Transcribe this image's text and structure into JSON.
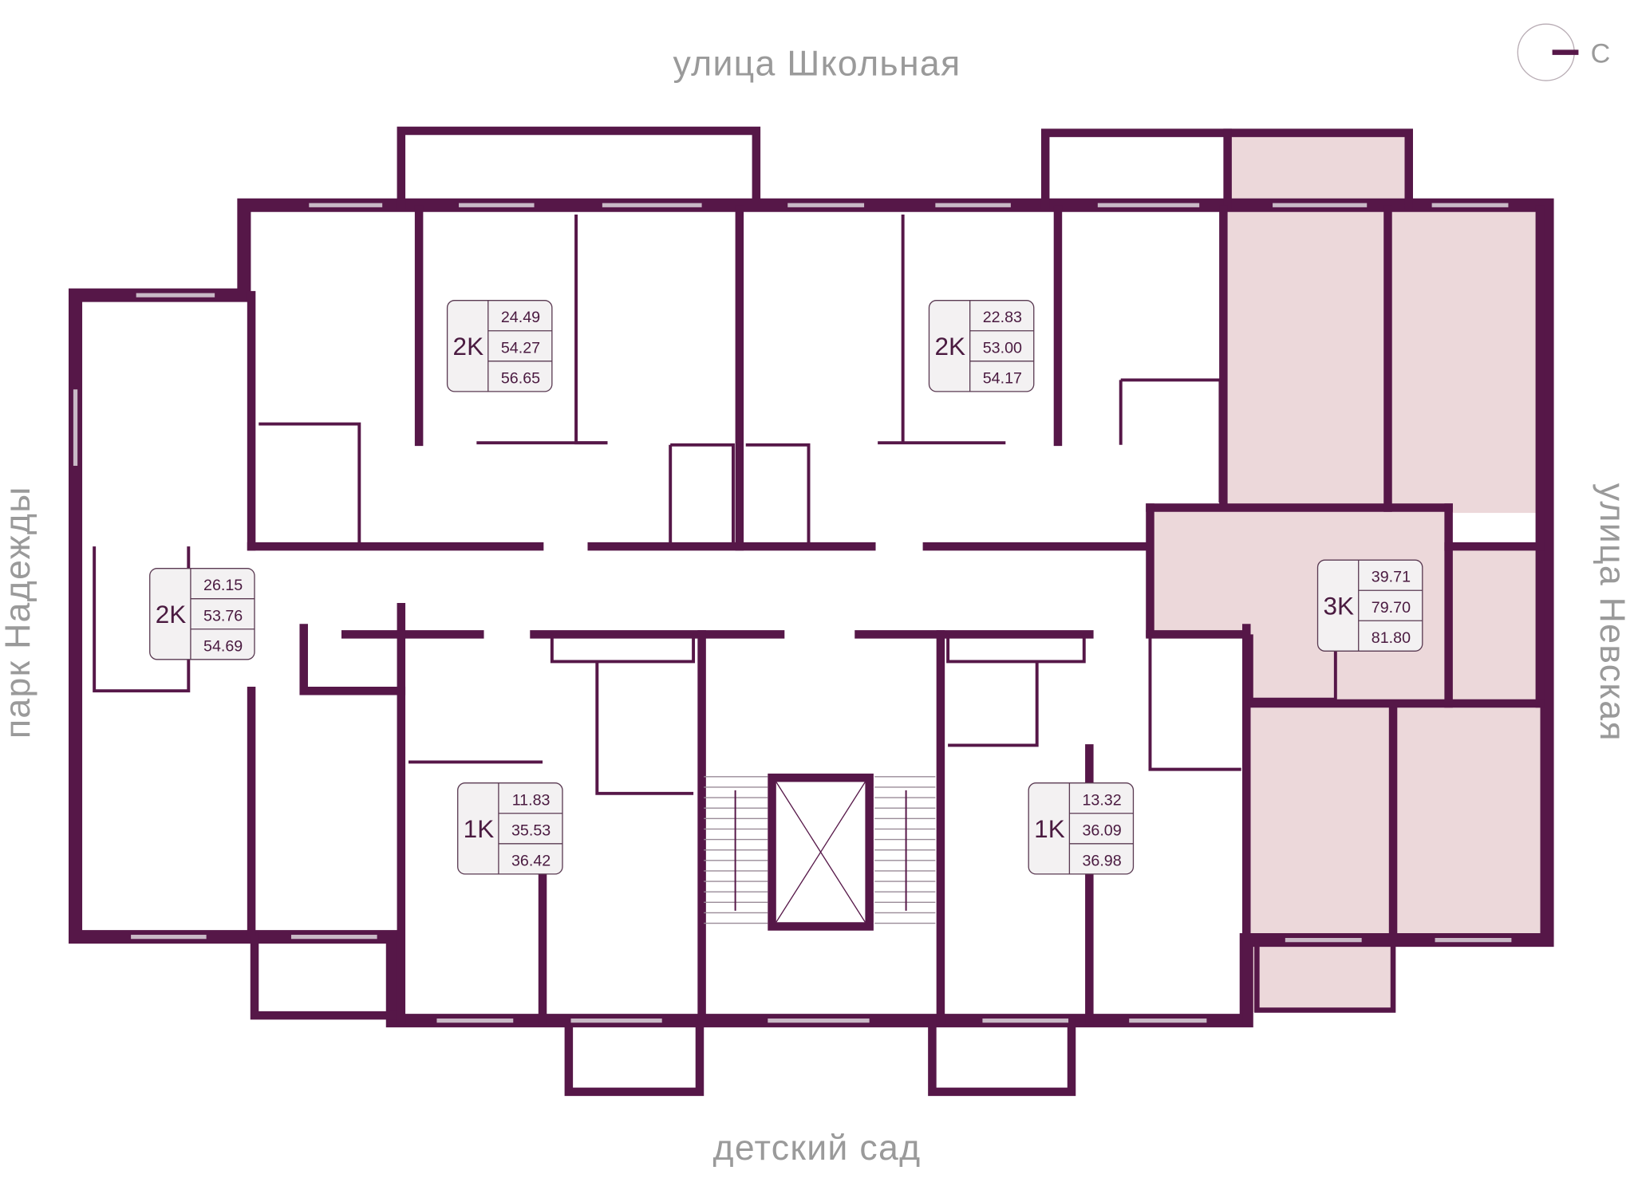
{
  "streets": {
    "top": "улица Школьная",
    "bottom": "детский сад",
    "left": "парк Надежды",
    "right": "улица Невская"
  },
  "compass": {
    "label": "С",
    "icon": "north-compass-icon"
  },
  "colors": {
    "wall": "#561748",
    "sold_fill": "#ecd8da",
    "card_bg": "#f3f1f2",
    "street_text": "#9a9a9a"
  },
  "apartments": [
    {
      "type": "2K",
      "areas": [
        "24.49",
        "54.27",
        "56.65"
      ],
      "highlighted": false
    },
    {
      "type": "2K",
      "areas": [
        "22.83",
        "53.00",
        "54.17"
      ],
      "highlighted": false
    },
    {
      "type": "2K",
      "areas": [
        "26.15",
        "53.76",
        "54.69"
      ],
      "highlighted": false
    },
    {
      "type": "3K",
      "areas": [
        "39.71",
        "79.70",
        "81.80"
      ],
      "highlighted": true
    },
    {
      "type": "1K",
      "areas": [
        "11.83",
        "35.53",
        "36.42"
      ],
      "highlighted": false
    },
    {
      "type": "1K",
      "areas": [
        "13.32",
        "36.09",
        "36.98"
      ],
      "highlighted": false
    }
  ]
}
